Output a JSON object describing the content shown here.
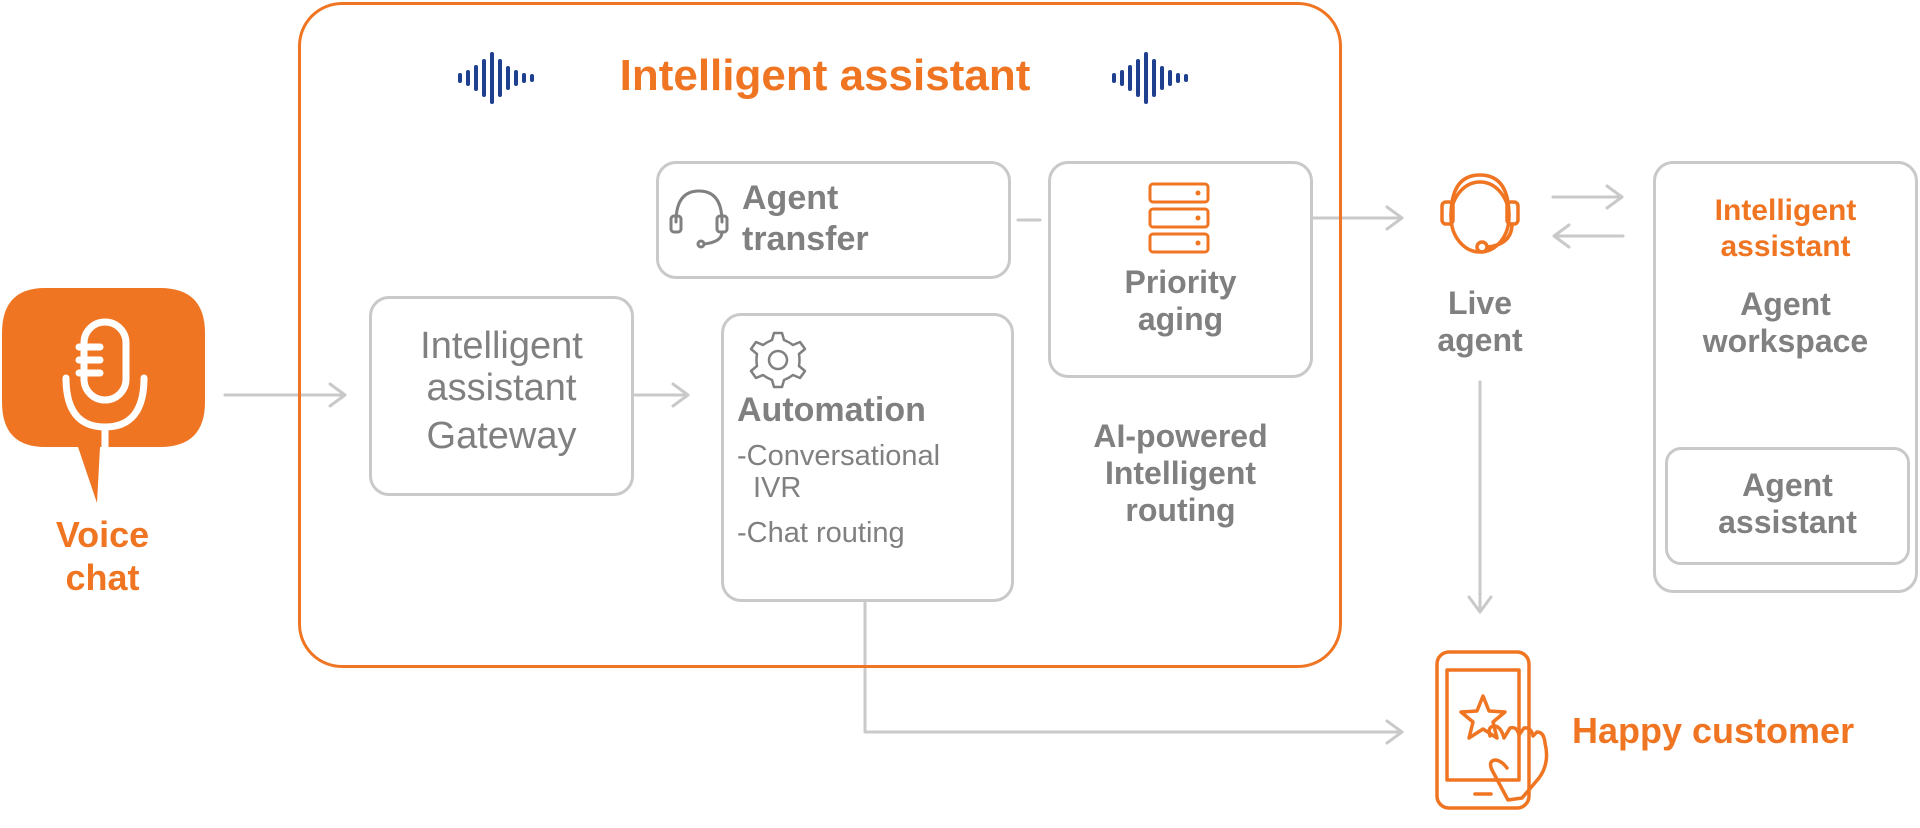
{
  "colors": {
    "accent": "#f07522",
    "gray_text": "#808080",
    "gray_line": "#c9c9c9",
    "wave_blue": "#1f3f8f"
  },
  "voice_chat": {
    "label_line1": "Voice",
    "label_line2": "chat",
    "icon": "microphone-icon"
  },
  "assistant_panel": {
    "title": "Intelligent assistant",
    "icon": "sound-wave-icon"
  },
  "gateway": {
    "line1": "Intelligent",
    "line2": "assistant",
    "line3": "Gateway"
  },
  "agent_transfer": {
    "line1": "Agent",
    "line2": "transfer",
    "icon": "headset-icon"
  },
  "priority_aging": {
    "line1": "Priority",
    "line2": "aging",
    "icon": "server-stack-icon"
  },
  "automation": {
    "title": "Automation",
    "item1_line1": "-Conversational",
    "item1_line2": "IVR",
    "item2": "-Chat routing",
    "icon": "gear-icon"
  },
  "ai_routing": {
    "line1": "AI-powered",
    "line2": "Intelligent",
    "line3": "routing"
  },
  "live_agent": {
    "line1": "Live",
    "line2": "agent",
    "icon": "agent-headset-icon"
  },
  "workspace": {
    "title_line1": "Intelligent",
    "title_line2": "assistant",
    "sub_line1": "Agent",
    "sub_line2": "workspace",
    "inner_line1": "Agent",
    "inner_line2": "assistant"
  },
  "happy_customer": {
    "label": "Happy customer",
    "icon": "phone-star-touch-icon"
  }
}
